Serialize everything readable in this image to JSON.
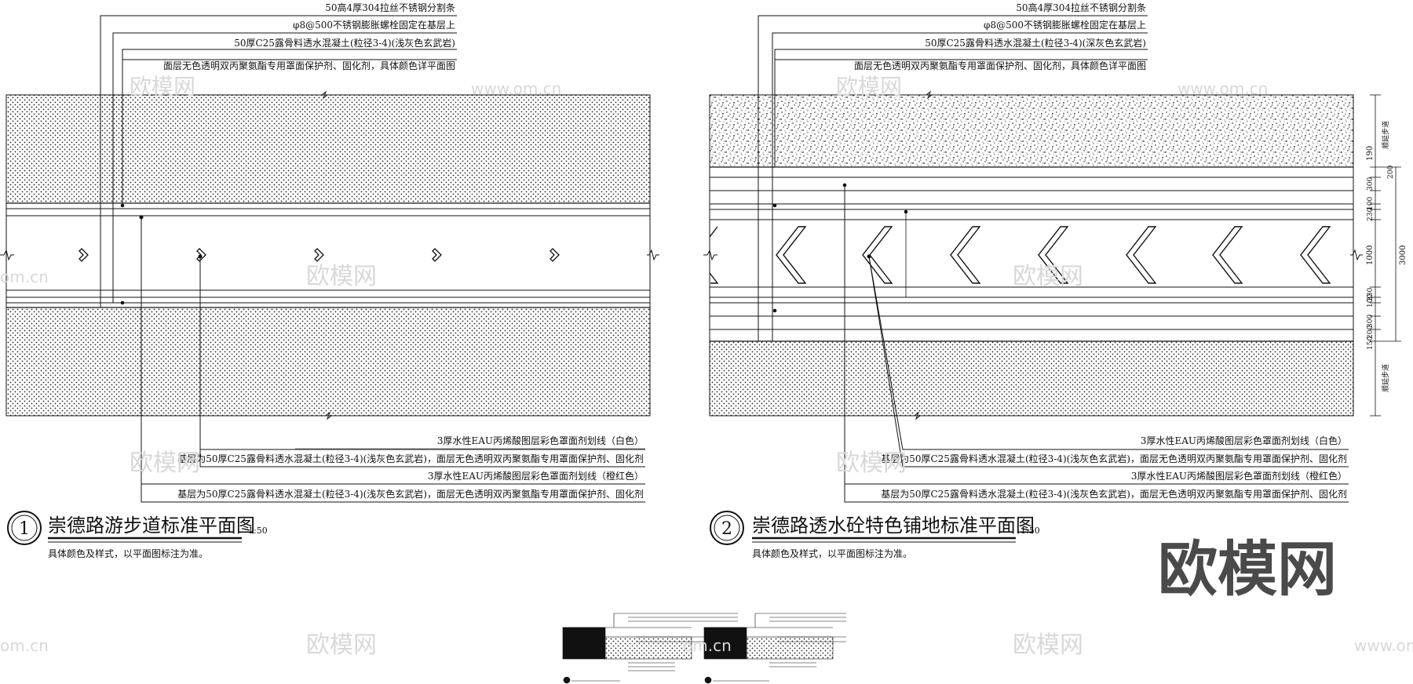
{
  "left": {
    "callouts_top": [
      "50高4厚304拉丝不锈钢分割条",
      "φ8@500不锈钢膨胀螺栓固定在基层上",
      "50厚C25露骨料透水混凝土(粒径3-4)(浅灰色玄武岩)",
      "面层无色透明双丙聚氨酯专用罩面保护剂、固化剂，具体颜色详平面图"
    ],
    "callouts_bottom": [
      "3厚水性EAU丙烯酸图层彩色罩面剂划线（白色）",
      "基层为50厚C25露骨料透水混凝土(粒径3-4)(浅灰色玄武岩)，面层无色透明双丙聚氨酯专用罩面保护剂、固化剂",
      "3厚水性EAU丙烯酸图层彩色罩面剂划线（橙红色）",
      "基层为50厚C25露骨料透水混凝土(粒径3-4)(浅灰色玄武岩)，面层无色透明双丙聚氨酯专用罩面保护剂、固化剂"
    ],
    "number": "1",
    "title": "崇德路游步道标准平面图",
    "scale": "1:50",
    "note": "具体颜色及样式，以平面图标注为准。"
  },
  "right": {
    "callouts_top": [
      "50高4厚304拉丝不锈钢分割条",
      "φ8@500不锈钢膨胀螺栓固定在基层上",
      "50厚C25露骨料透水混凝土(粒径3-4)(深灰色玄武岩)",
      "面层无色透明双丙聚氨酯专用罩面保护剂、固化剂，具体颜色详平面图"
    ],
    "callouts_bottom": [
      "3厚水性EAU丙烯酸图层彩色罩面剂划线（白色）",
      "基层为50厚C25露骨料透水混凝土(粒径3-4)(浅灰色玄武岩)，面层无色透明双丙聚氨酯专用罩面保护剂、固化剂",
      "3厚水性EAU丙烯酸图层彩色罩面剂划线（橙红色）",
      "基层为50厚C25露骨料透水混凝土(粒径3-4)(浅灰色玄武岩)，面层无色透明双丙聚氨酯专用罩面保护剂、固化剂"
    ],
    "number": "2",
    "title": "崇德路透水砼特色铺地标准平面图",
    "scale": "1:50",
    "note": "具体颜色及样式，以平面图标注为准。",
    "dimensions": [
      "190",
      "200",
      "300",
      "100",
      "230",
      "1000",
      "230",
      "100",
      "300",
      "200",
      "150"
    ],
    "dimension_total": "3000",
    "side_label_top": "顺延步道",
    "side_label_bottom": "顺延步道"
  },
  "watermarks": {
    "brand": "欧模网",
    "domain": "om.cn",
    "domain_long": "www.om.cn"
  },
  "colors": {
    "ink": "#111111",
    "watermark": "#d8d8d8",
    "big_watermark": "#4a4a4a"
  }
}
